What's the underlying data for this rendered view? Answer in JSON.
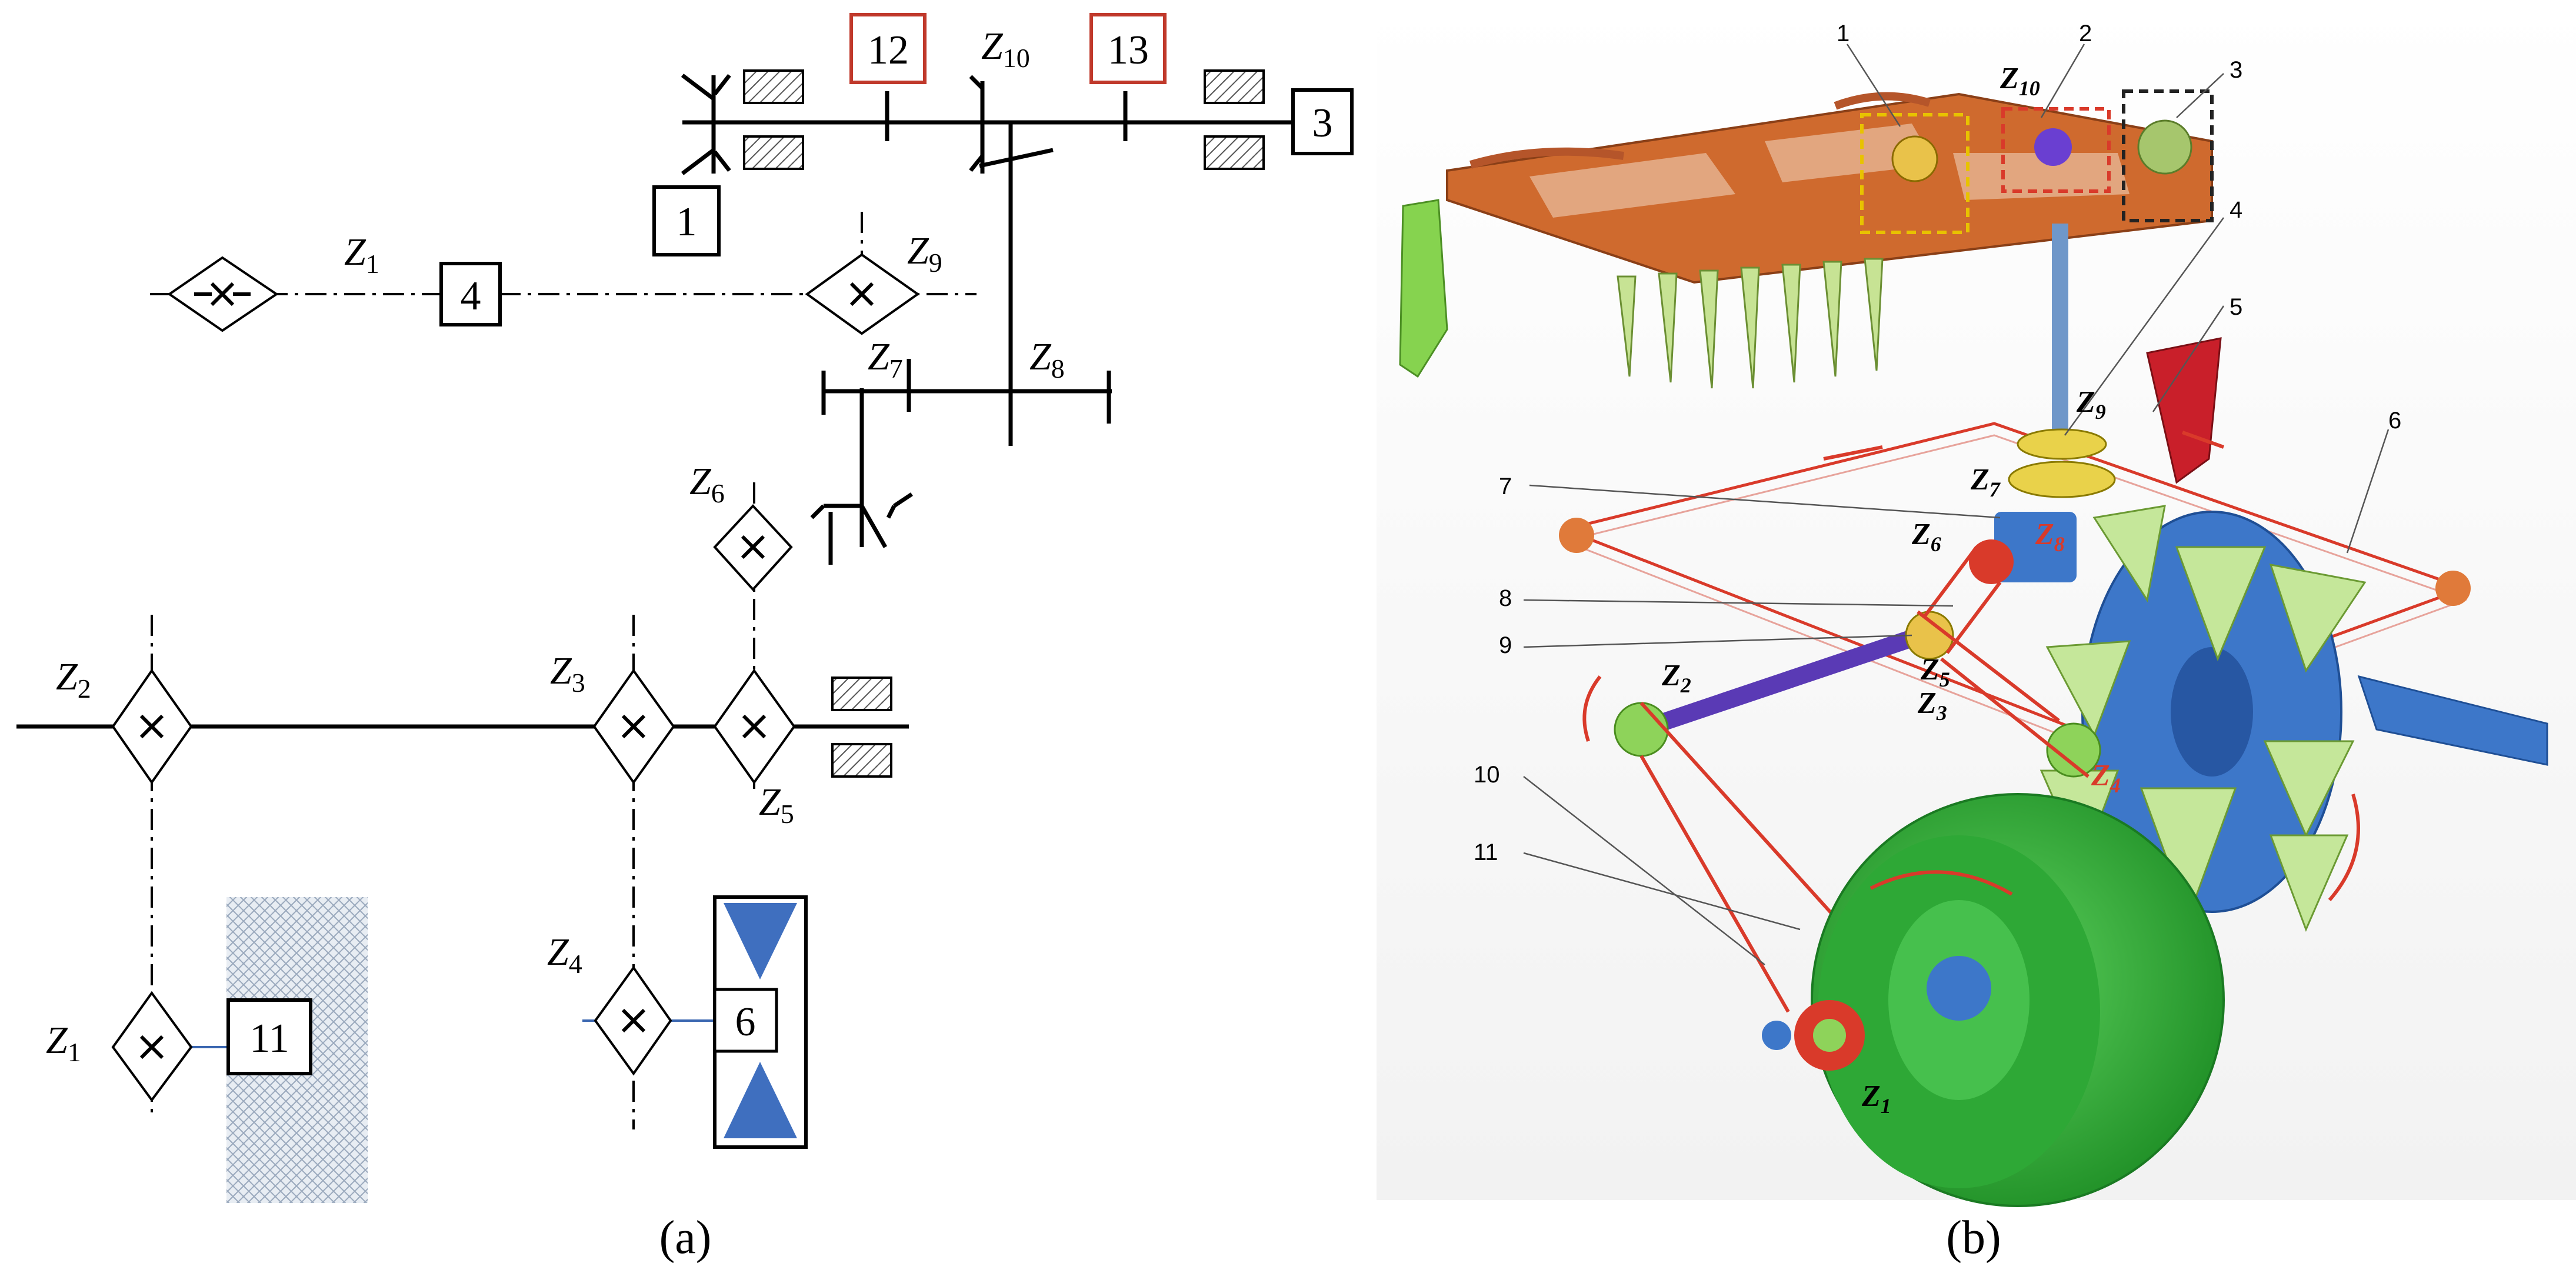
{
  "colors": {
    "line": "#000000",
    "accent_red": "#c0392b",
    "blue_fill": "#3f6fbf",
    "shaft_blue": "#3a66b0",
    "hatch": "#555555",
    "ground": "#9aa9bd",
    "frame_orange": "#cf6a2e",
    "wheel_green": "#34b83a",
    "tray_blue": "#3d77c9",
    "pale_green": "#c5e79a",
    "belt_red": "#d93a2a",
    "yellow_box": "#e8c200",
    "black_box": "#222222"
  },
  "schematic": {
    "boxes": {
      "b1": "1",
      "b3": "3",
      "b4": "4",
      "b6": "6",
      "b11": "11",
      "b12": "12",
      "b13": "13"
    },
    "z": {
      "z1_top": {
        "main": "Z",
        "sub": "1"
      },
      "z1_bottom": {
        "main": "Z",
        "sub": "1"
      },
      "z2": {
        "main": "Z",
        "sub": "2"
      },
      "z3": {
        "main": "Z",
        "sub": "3"
      },
      "z4": {
        "main": "Z",
        "sub": "4"
      },
      "z5": {
        "main": "Z",
        "sub": "5"
      },
      "z6": {
        "main": "Z",
        "sub": "6"
      },
      "z7": {
        "main": "Z",
        "sub": "7"
      },
      "z8": {
        "main": "Z",
        "sub": "8"
      },
      "z9": {
        "main": "Z",
        "sub": "9"
      },
      "z10": {
        "main": "Z",
        "sub": "10"
      }
    },
    "caption": "(a)"
  },
  "render": {
    "callouts": [
      "1",
      "2",
      "3",
      "4",
      "5",
      "6",
      "7",
      "8",
      "9",
      "10",
      "11"
    ],
    "z": {
      "z1": {
        "main": "Z",
        "sub": "1"
      },
      "z2": {
        "main": "Z",
        "sub": "2"
      },
      "z3": {
        "main": "Z",
        "sub": "3"
      },
      "z4": {
        "main": "Z",
        "sub": "4"
      },
      "z5": {
        "main": "Z",
        "sub": "5"
      },
      "z6": {
        "main": "Z",
        "sub": "6"
      },
      "z7": {
        "main": "Z",
        "sub": "7"
      },
      "z8": {
        "main": "Z",
        "sub": "8"
      },
      "z9": {
        "main": "Z",
        "sub": "9"
      },
      "z10": {
        "main": "Z",
        "sub": "10"
      }
    },
    "caption": "(b)"
  }
}
